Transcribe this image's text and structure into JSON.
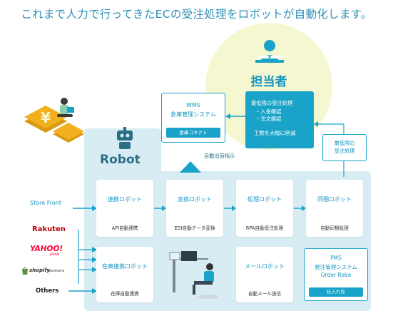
{
  "headline": "これまで人力で行ってきたECの受注処理をロボットが自動化します。",
  "person_label": "担当者",
  "wms": {
    "line1": "WMS",
    "line2": "倉庫管理システム",
    "button": "倉庫コネクト"
  },
  "tasks": {
    "line1": "最低限の受注処理",
    "line2": "・入金確認",
    "line3": "・注文確認",
    "line4": "工数を大幅に削減"
  },
  "note": {
    "line1": "最低限の",
    "line2": "受注処理"
  },
  "robot_word": "Robot",
  "auto_shipping_label": "自動出荷指示",
  "left_sources": {
    "store_front": "Store Front",
    "rakuten": "Rakuten",
    "yahoo": "YAHOO!",
    "yahoo_sub": "JAPAN",
    "shopify": "shopify",
    "shopify_sub": "partners",
    "others": "Others"
  },
  "robots": [
    {
      "title": "連携ロボット",
      "desc": "API自動連携"
    },
    {
      "title": "変換ロボット",
      "desc": "EDI自動データ変換"
    },
    {
      "title": "処理ロボット",
      "desc": "RPA自動受注処理"
    },
    {
      "title": "同梱ロボット",
      "desc": "自動同梱処理"
    },
    {
      "title": "在庫連携ロボット",
      "desc": "在庫自動連携"
    },
    {
      "title": "メールロボット",
      "desc": "自動メール送信"
    }
  ],
  "pms": {
    "line1": "PMS",
    "line2": "発注管理システム",
    "line3": "Order Robo",
    "button": "仕入れ先"
  },
  "colors": {
    "accent": "#1aa3c9",
    "panel": "#d8edf3",
    "circle": "#f4f7cf",
    "yen": "#f2b01e"
  }
}
